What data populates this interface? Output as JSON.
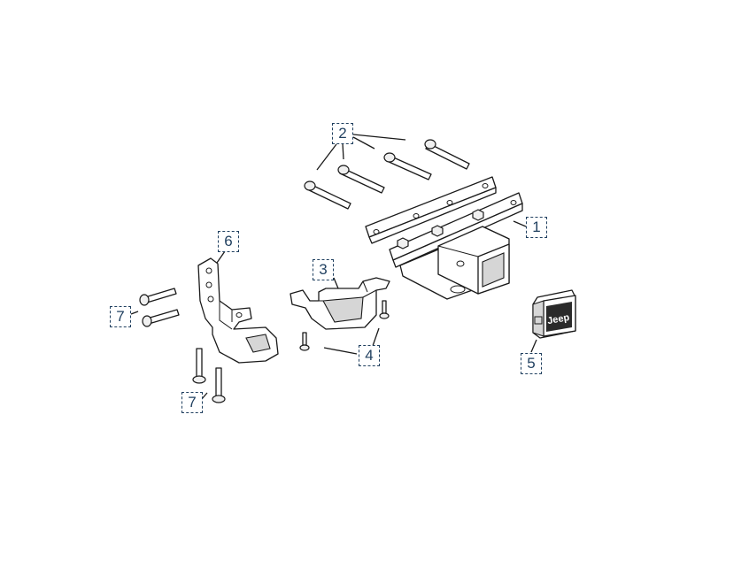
{
  "callouts": {
    "c1": "1",
    "c2": "2",
    "c3": "3",
    "c4": "4",
    "c5": "5",
    "c6": "6",
    "c7a": "7",
    "c7b": "7"
  },
  "plug_logo": "Jeep",
  "colors": {
    "callout_border": "#1f3f5f",
    "line": "#1a1a1a",
    "background": "#ffffff"
  }
}
